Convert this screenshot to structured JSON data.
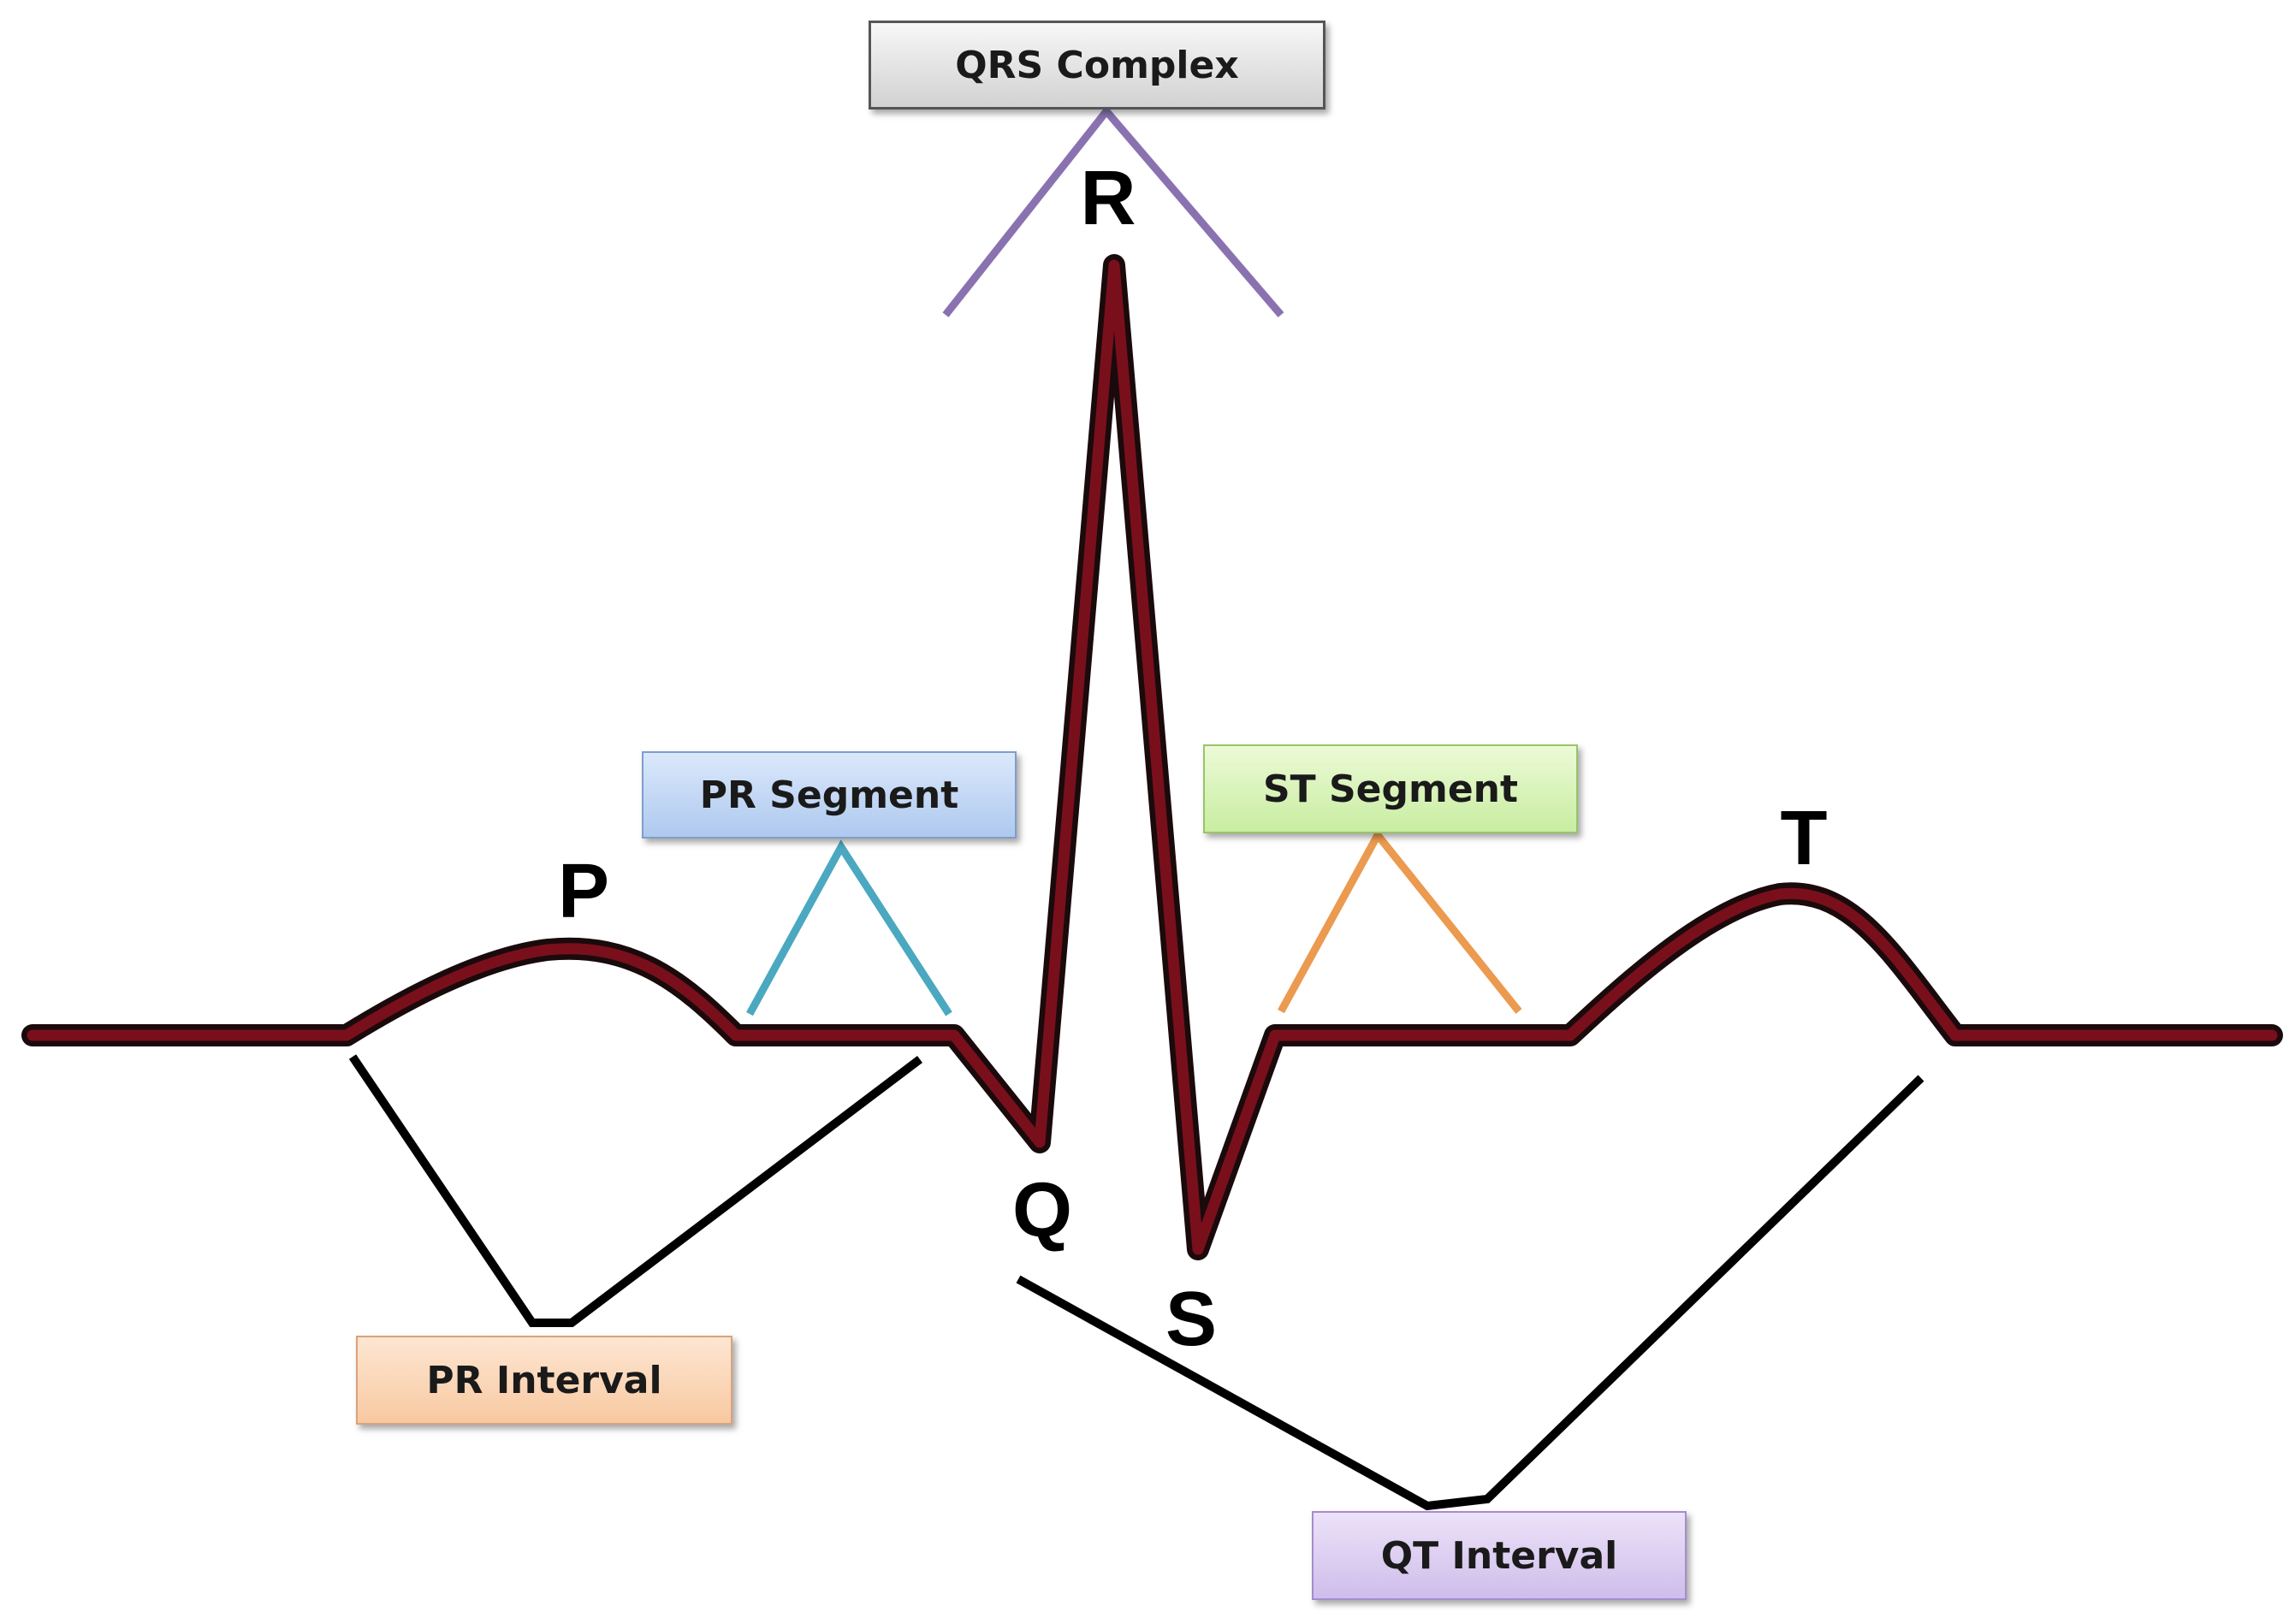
{
  "waves": {
    "p": "P",
    "q": "Q",
    "r": "R",
    "s": "S",
    "t": "T"
  },
  "labels": {
    "qrs_complex": "QRS Complex",
    "pr_segment": "PR Segment",
    "st_segment": "ST Segment",
    "pr_interval": "PR Interval",
    "qt_interval": "QT Interval"
  },
  "colors": {
    "waveform": "#7a0f1c",
    "waveform_outline": "#1a0a0c",
    "qrs_bracket": "#8a72b0",
    "pr_segment_bracket": "#4aa8c0",
    "st_segment_bracket": "#eb9a4f",
    "interval_brackets": "#000000"
  }
}
